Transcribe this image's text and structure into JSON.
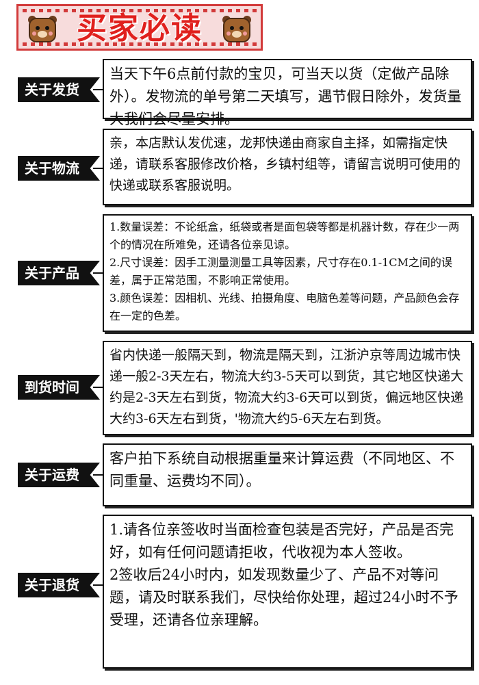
{
  "banner": {
    "title": "买家必读"
  },
  "sections": [
    {
      "label": "关于发货",
      "paragraphs": [
        "当天下午6点前付款的宝贝，可当天以货（定做产品除外）。发物流的单号第二天填写，遇节假日除外，发货量大我们会尽量安排。"
      ]
    },
    {
      "label": "关于物流",
      "paragraphs": [
        "亲，本店默认发优速，龙邦快递由商家自主择，如需指定快递，请联系客服修改价格，乡镇村组等，请留言说明可使用的快递或联系客服说明。"
      ]
    },
    {
      "label": "关于产品",
      "paragraphs": [
        "1.数量误差：不论纸盒，纸袋或者是面包袋等都是机器计数，存在少一两个的情况在所难免，还请各位亲见谅。",
        "2.尺寸误差：因手工测量测量工具等因素，尺寸存在0.1-1CM之间的误差，属于正常范围，不影响正常使用。",
        "3.颜色误差：因相机、光线、拍摄角度、电脑色差等问题，产品颜色会存在一定的色差。"
      ]
    },
    {
      "label": "到货时间",
      "paragraphs": [
        "省内快递一般隔天到，物流是隔天到，江浙沪京等周边城市快递一般2-3天左右，物流大约3-5天可以到货，其它地区快递大约是2-3天左右到货，物流大约3-6天可以到货，偏远地区快递大约3-6天左右到货，'物流大约5-6天左右到货。"
      ]
    },
    {
      "label": "关于运费",
      "paragraphs": [
        "客户拍下系统自动根据重量来计算运费（不同地区、不同重量、运费均不同）。"
      ]
    },
    {
      "label": "关于退货",
      "paragraphs": [
        "1.请各位亲签收时当面检查包装是否完好，产品是否完好，如有任何问题请拒收，代收视为本人签收。",
        "2签收后24小时内，如发现数量少了、产品不对等问题，请及时联系我们，尽快给你处理，超过24小时不予受理，还请各位亲理解。"
      ]
    }
  ]
}
